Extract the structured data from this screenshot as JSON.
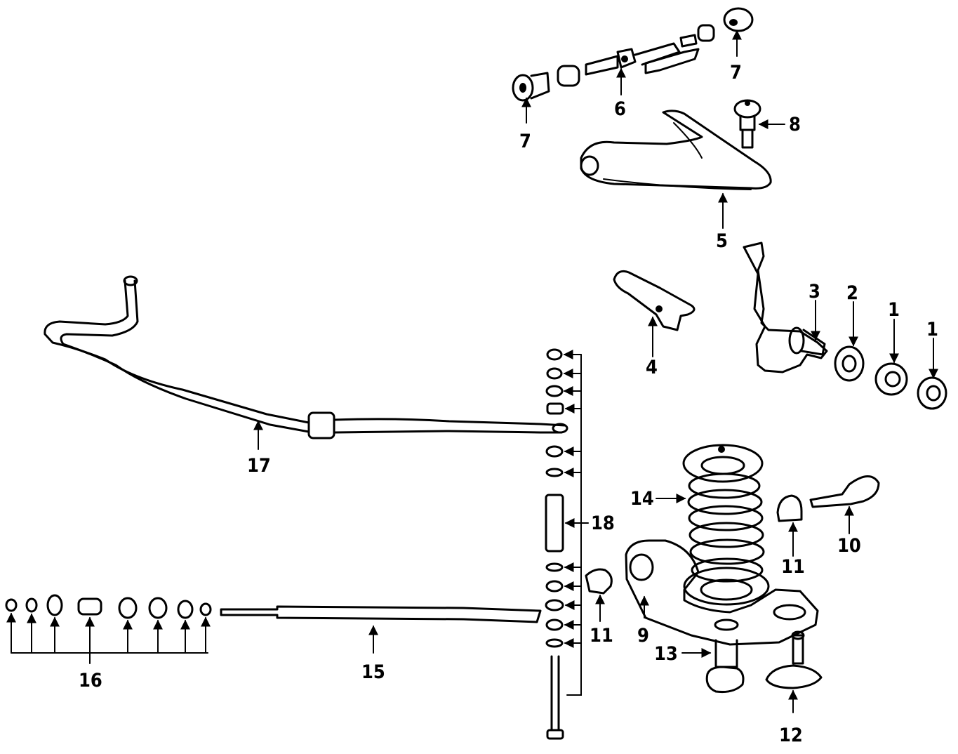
{
  "callouts": {
    "c1a": "1",
    "c1b": "1",
    "c2": "2",
    "c3": "3",
    "c4": "4",
    "c5": "5",
    "c6": "6",
    "c7a": "7",
    "c7b": "7",
    "c8": "8",
    "c9": "9",
    "c10": "10",
    "c11a": "11",
    "c11b": "11",
    "c12": "12",
    "c13": "13",
    "c14": "14",
    "c15": "15",
    "c16": "16",
    "c17": "17",
    "c18": "18"
  },
  "parts": [
    "hub-bearing-outer-icon",
    "hub-bearing-inner-icon",
    "hub-seal-icon",
    "steering-knuckle-icon",
    "steering-arm-icon",
    "upper-control-arm-icon",
    "upper-arm-shaft-icon",
    "upper-arm-bushing-icon",
    "upper-ball-joint-icon",
    "lower-arm-shaft-icon",
    "lower-arm-bushing-icon",
    "lower-ball-joint-icon",
    "lower-control-arm-icon",
    "shock-absorber-icon",
    "coil-spring-icon",
    "strut-rod-icon",
    "strut-rod-bushing-kit-icon",
    "stabilizer-bar-icon",
    "stabilizer-link-kit-icon"
  ]
}
